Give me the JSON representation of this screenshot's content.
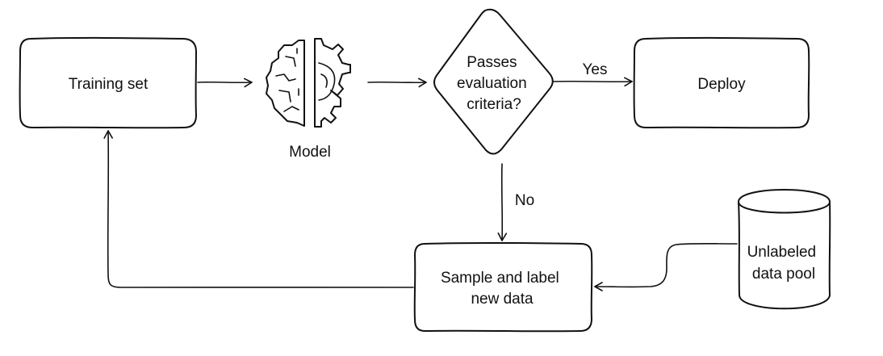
{
  "nodes": {
    "training_set": "Training set",
    "model": "Model",
    "decision": [
      "Passes",
      "evaluation",
      "criteria?"
    ],
    "deploy": "Deploy",
    "sample": [
      "Sample and label",
      "new data"
    ],
    "pool": [
      "Unlabeled",
      "data pool"
    ]
  },
  "edges": {
    "yes": "Yes",
    "no": "No"
  },
  "icons": {
    "model": "brain-gear-icon"
  }
}
